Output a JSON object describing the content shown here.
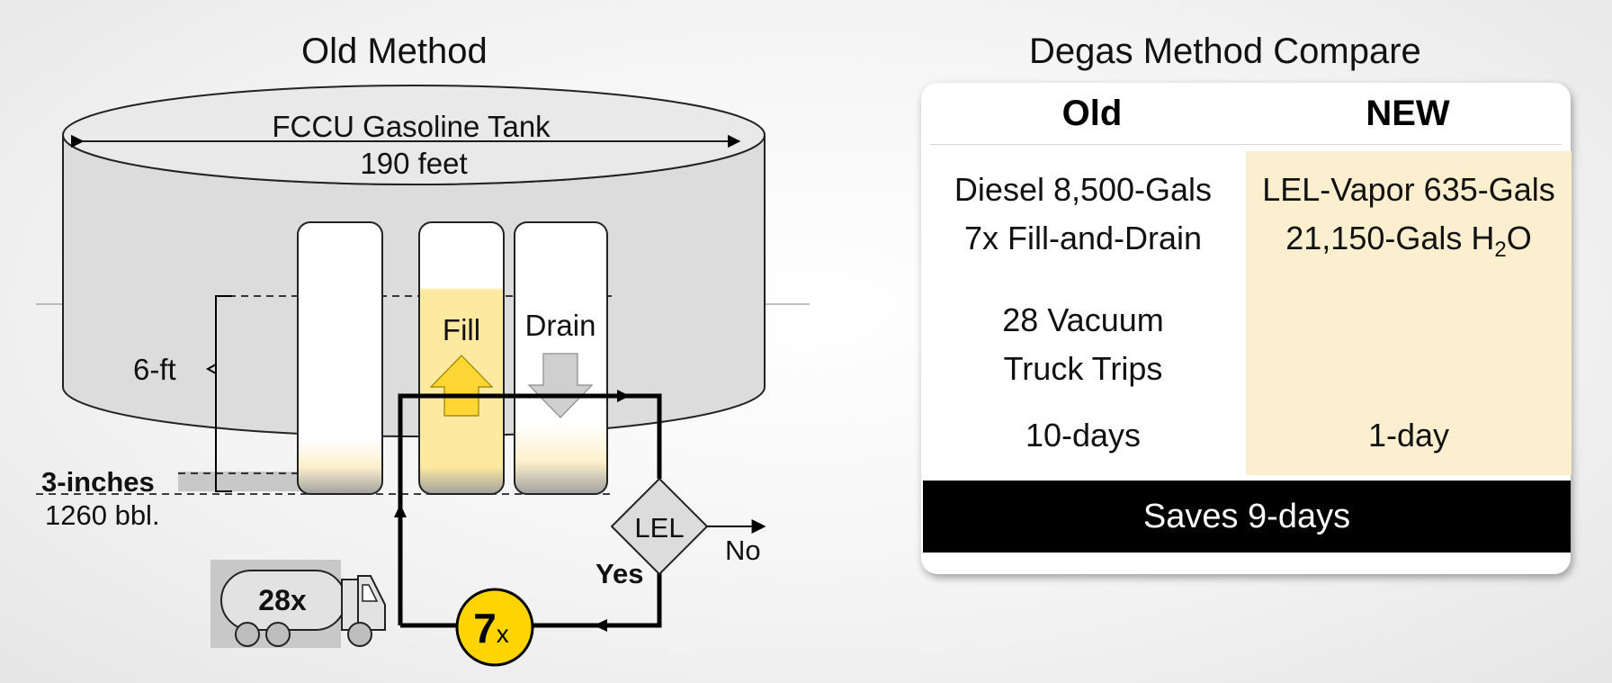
{
  "old_method": {
    "title": "Old Method",
    "tank_label": "FCCU Gasoline Tank",
    "tank_diameter": "190 feet",
    "level_label": "6-ft",
    "heel_label": "3-inches",
    "heel_volume": "1260 bbl.",
    "fill_label": "Fill",
    "drain_label": "Drain",
    "lel_label": "LEL",
    "yes_label": "Yes",
    "no_label": "No",
    "truck_label": "28x",
    "cycle_number": "7",
    "cycle_suffix": "x"
  },
  "compare": {
    "title": "Degas Method Compare",
    "col_old": "Old",
    "col_new": "NEW",
    "old_row1_line1": "Diesel 8,500-Gals",
    "old_row1_line2": "7x Fill-and-Drain",
    "new_row1_line1": "LEL-Vapor 635-Gals",
    "new_row1_line2_prefix": "21,150-Gals H",
    "new_row1_line2_sub": "2",
    "new_row1_line2_suffix": "O",
    "old_row2_line1": "28 Vacuum",
    "old_row2_line2": "Truck Trips",
    "old_days": "10-days",
    "new_days": "1-day",
    "savings": "Saves 9-days"
  },
  "colors": {
    "fill_yellow": "#fde9a0",
    "arrow_yellow": "#ffd633",
    "cycle_circle": "#ffd400",
    "new_column_bg": "#fcefcf",
    "banner_bg": "#000000"
  }
}
